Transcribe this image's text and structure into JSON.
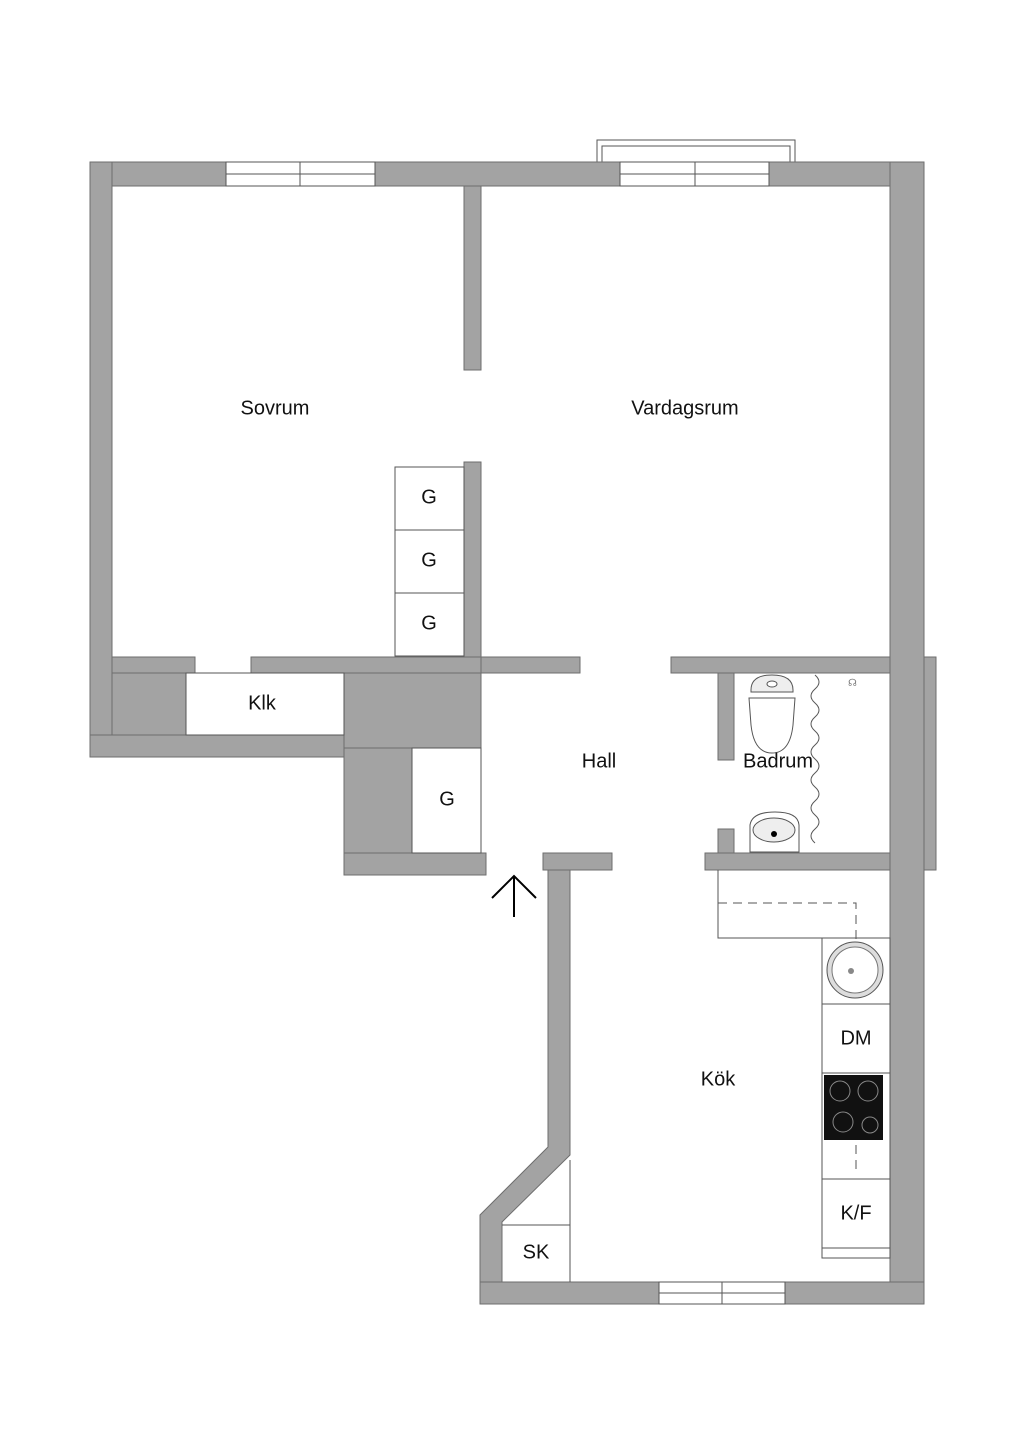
{
  "rooms": {
    "sovrum": "Sovrum",
    "vardagsrum": "Vardagsrum",
    "hall": "Hall",
    "badrum": "Badrum",
    "kok": "Kök",
    "klk": "Klk"
  },
  "fixtures": {
    "closet_1": "G",
    "closet_2": "G",
    "closet_3": "G",
    "closet_hall": "G",
    "dishwasher": "DM",
    "fridge_freezer": "K/F",
    "storage": "SK"
  },
  "colors": {
    "wall": "#a3a3a3",
    "background": "#ffffff"
  }
}
